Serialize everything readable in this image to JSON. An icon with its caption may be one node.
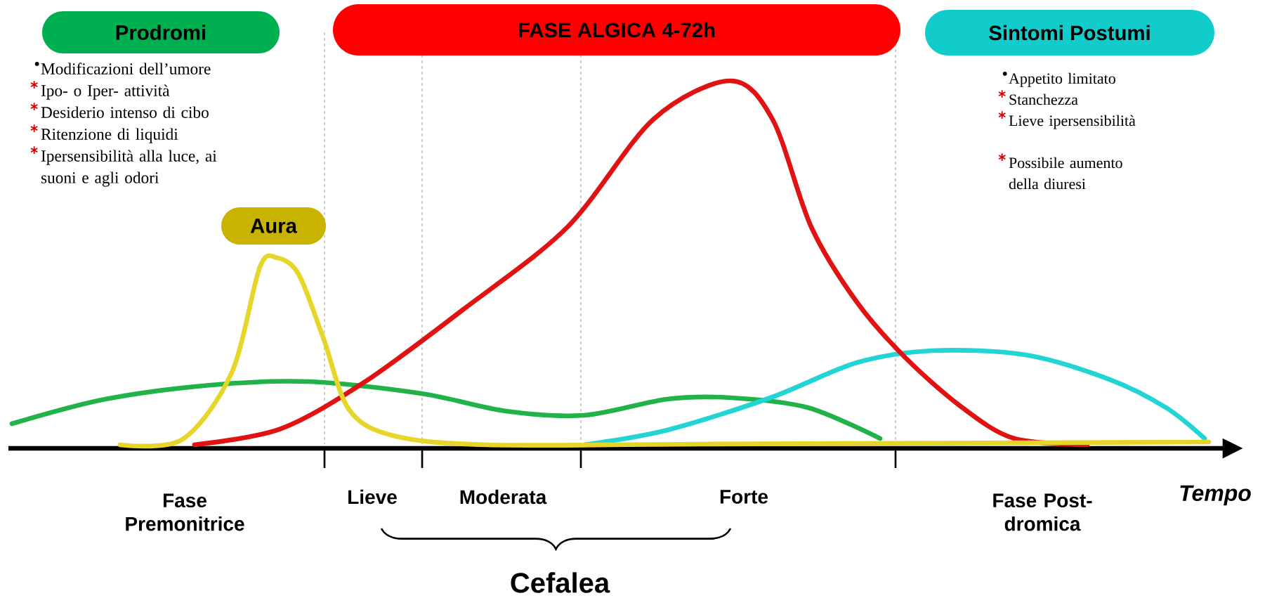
{
  "diagram": {
    "nodes": [
      {
        "text": [
          "Prodromi"
        ],
        "beside": [
          "Modificazioni dell’umore",
          "Ipo- o Iper- attività",
          "Desiderio intenso di cibo",
          "Ritenzione di liquidi",
          "Ipersensibilità alla luce, ai suoni e agli odori"
        ]
      },
      {
        "text": [
          "FASE ALGICA 4-72h"
        ]
      },
      {
        "text": [
          "Sintomi Postumi"
        ],
        "beside": [
          "Appetito limitato",
          "Stanchezza",
          "Lieve ipersensibilità",
          "Possibile aumento della diuresi"
        ]
      },
      {
        "text": [
          "Aura"
        ]
      }
    ],
    "labels": [
      "Fase Premonitrice",
      "Lieve",
      "Moderata",
      "Forte",
      "Fase Post-dromica",
      "Tempo",
      "Cefalea"
    ]
  }
}
